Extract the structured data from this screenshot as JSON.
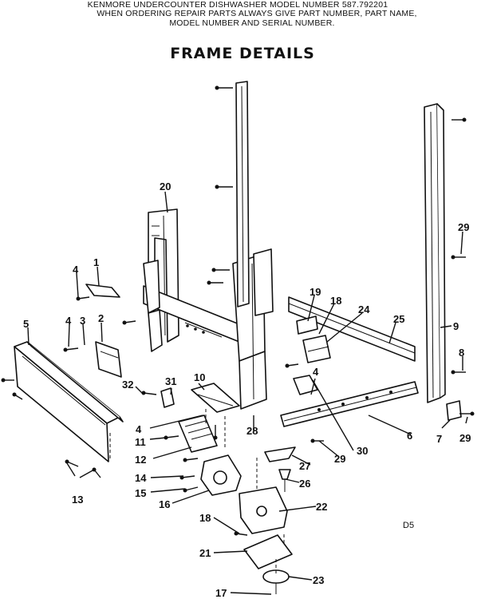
{
  "header": {
    "line1": "KENMORE UNDERCOUNTER DISHWASHER     MODEL NUMBER 587.792201",
    "line2": "WHEN ORDERING REPAIR PARTS ALWAYS GIVE PART NUMBER, PART NAME,",
    "line3": "MODEL NUMBER AND SERIAL NUMBER."
  },
  "title": "FRAME DETAILS",
  "page_code": "D5",
  "callouts": {
    "c1": "1",
    "c2": "2",
    "c3": "3",
    "c4a": "4",
    "c4b": "4",
    "c4c": "4",
    "c4d": "4",
    "c5": "5",
    "c6": "6",
    "c7": "7",
    "c8": "8",
    "c9": "9",
    "c10": "10",
    "c11": "11",
    "c12": "12",
    "c13": "13",
    "c14": "14",
    "c15": "15",
    "c16": "16",
    "c17": "17",
    "c18a": "18",
    "c18b": "18",
    "c19": "19",
    "c20": "20",
    "c21": "21",
    "c22": "22",
    "c23": "23",
    "c24": "24",
    "c25": "25",
    "c26": "26",
    "c27": "27",
    "c28": "28",
    "c29a": "29",
    "c29b": "29",
    "c29c": "29",
    "c30": "30",
    "c31": "31",
    "c32": "32"
  }
}
